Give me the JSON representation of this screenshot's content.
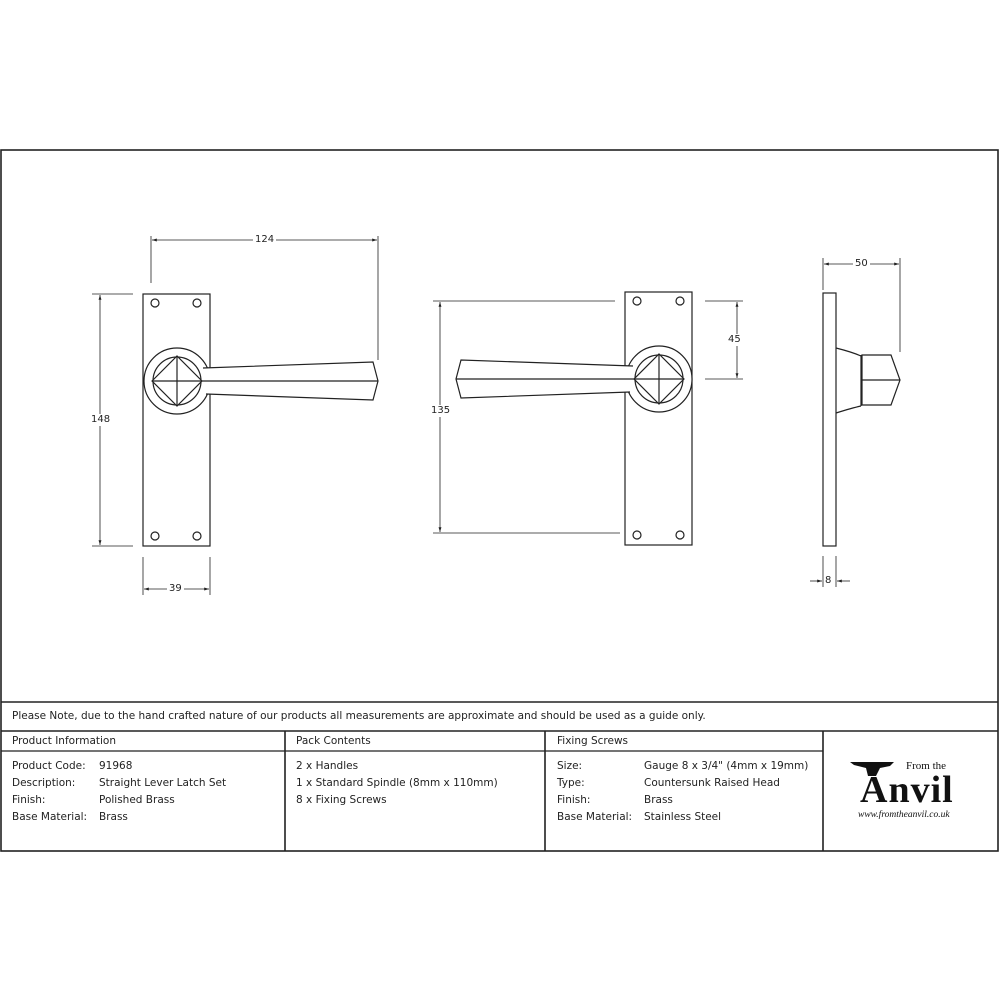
{
  "dimensions": {
    "front_width": "124",
    "front_height": "148",
    "plate_width": "39",
    "mirror_height": "135",
    "spindle_offset": "45",
    "projection": "50",
    "plate_thickness": "8"
  },
  "note": "Please Note, due to the hand crafted nature of our products all measurements are approximate and should be used as a guide only.",
  "product_information": {
    "header": "Product Information",
    "rows": [
      {
        "label": "Product Code:",
        "value": "91968"
      },
      {
        "label": "Description:",
        "value": "Straight Lever Latch Set"
      },
      {
        "label": "Finish:",
        "value": "Polished Brass"
      },
      {
        "label": "Base Material:",
        "value": "Brass"
      }
    ]
  },
  "pack_contents": {
    "header": "Pack Contents",
    "items": [
      "2 x Handles",
      "1 x Standard Spindle (8mm x 110mm)",
      "8 x Fixing Screws"
    ]
  },
  "fixing_screws": {
    "header": "Fixing Screws",
    "rows": [
      {
        "label": "Size:",
        "value": "Gauge 8 x 3/4\" (4mm x 19mm)"
      },
      {
        "label": "Type:",
        "value": "Countersunk Raised Head"
      },
      {
        "label": "Finish:",
        "value": "Brass"
      },
      {
        "label": "Base Material:",
        "value": "Stainless Steel"
      }
    ]
  },
  "logo": {
    "from": "From the",
    "name": "Anvil",
    "url": "www.fromtheanvil.co.uk"
  }
}
